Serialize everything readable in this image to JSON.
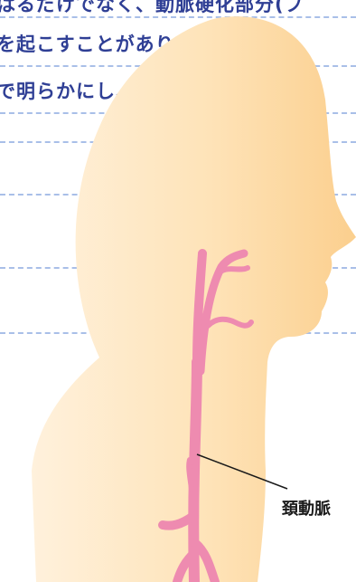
{
  "paragraph_lines": [
    "はるだけでなく、動脈硬化部分(プ",
    "を起こすことがあります。当院で",
    "で明らかにし、脳梗塞発症前に治"
  ],
  "artery_label": "頚動脈",
  "colors": {
    "text": "#2f3f95",
    "ruled_line": "#a9bfe8",
    "skin_light": "#fff1dc",
    "skin_dark": "#fbcf8e",
    "artery": "#ee8bb0"
  }
}
